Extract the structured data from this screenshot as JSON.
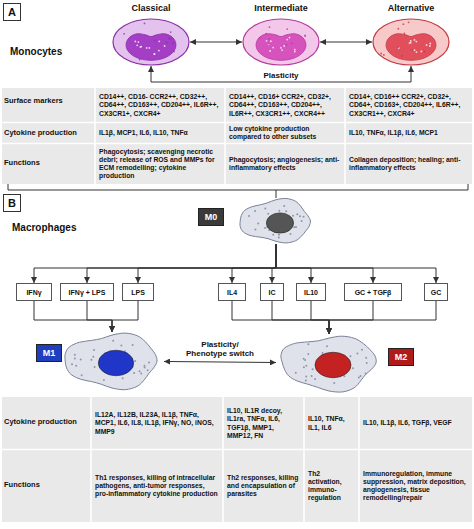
{
  "diagram": {
    "nodes": [
      {
        "text": [
          "A"
        ]
      },
      {
        "text": [
          "Classical"
        ]
      },
      {
        "text": [
          "Intermediate"
        ]
      },
      {
        "text": [
          "Alternative"
        ]
      },
      {
        "text": [
          "CD14++, CD16- CCR2++, CD32++, CD64++, CD163++, CD204++, IL6R++, CX3CR1+, CXCR4+"
        ]
      },
      {
        "text": [
          "CD14++, CD16+ CCR2+, CD32+, CD64++, CD163++, CD204++, IL6R++, CX3CR1++, CXCR4++"
        ]
      },
      {
        "text": [
          "CD14+, CD16++ CCR2+, CD32+, CD64+, CD163+, CD204++, IL6R++, CX3CR1++, CXCR4+"
        ]
      },
      {
        "text": [
          "IL1β, MCP1, IL6, IL10, TNFα"
        ]
      },
      {
        "text": [
          "Low cytokine production compared to other subsets"
        ]
      },
      {
        "text": [
          "IL10, TNFα, IL1β, IL6, MCP1"
        ]
      },
      {
        "text": [
          "Phagocytosis; scavenging necrotic debri; release of ROS and MMPs for ECM remodelling; cytokine production"
        ]
      },
      {
        "text": [
          "Phagocytosis; angiogenesis; anti-inflammatory effects"
        ]
      },
      {
        "text": [
          "Collagen deposition; healing; anti-inflammatory effects"
        ]
      },
      {
        "text": [
          "B"
        ]
      },
      {
        "text": [
          "M0"
        ]
      },
      {
        "text": [
          "IFNγ"
        ]
      },
      {
        "text": [
          "IFNγ + LPS"
        ]
      },
      {
        "text": [
          "LPS"
        ]
      },
      {
        "text": [
          "IL4"
        ]
      },
      {
        "text": [
          "IC"
        ]
      },
      {
        "text": [
          "IL10"
        ]
      },
      {
        "text": [
          "GC + TGFβ"
        ]
      },
      {
        "text": [
          "GC"
        ]
      },
      {
        "text": [
          "M1"
        ]
      },
      {
        "text": [
          "M2"
        ]
      },
      {
        "text": [
          "IL12A, IL12B, IL23A, IL1β, TNFα, MCP1, IL6, IL8, IL1β, IFNγ, NO, iNOS, MMP9"
        ]
      },
      {
        "text": [
          "IL10, IL1R decoy, IL1ra, TNFα, IL6, TGF1β, MMP1, MMP12, FN"
        ]
      },
      {
        "text": [
          "IL10, TNFα, IL1, IL6"
        ]
      },
      {
        "text": [
          "IL10, IL1β, IL6, TGFβ, VEGF"
        ]
      },
      {
        "text": [
          "Th1 responses, killing of intracellular pathogens, anti-tumor responses, pro-inflammatory cytokine production"
        ]
      },
      {
        "text": [
          "Th2 responses, killing and encapsulation of parasites"
        ]
      },
      {
        "text": [
          "Th2 activation, immuno-regulation"
        ]
      },
      {
        "text": [
          "Immunoregulation, immune suppression, matrix deposition, angiogenesis, tissue remodelling/repair"
        ]
      }
    ],
    "edges": [
      {
        "from": 1,
        "to": 2,
        "arrow": "both"
      },
      {
        "from": 2,
        "to": 3,
        "arrow": "both"
      },
      {
        "from": 1,
        "to": 3,
        "arrow": "both",
        "label": "Plasticity"
      },
      {
        "from": 14,
        "to": 15,
        "arrow": "to"
      },
      {
        "from": 14,
        "to": 16,
        "arrow": "to"
      },
      {
        "from": 14,
        "to": 17,
        "arrow": "to"
      },
      {
        "from": 14,
        "to": 18,
        "arrow": "to"
      },
      {
        "from": 14,
        "to": 19,
        "arrow": "to"
      },
      {
        "from": 14,
        "to": 20,
        "arrow": "to"
      },
      {
        "from": 14,
        "to": 21,
        "arrow": "to"
      },
      {
        "from": 14,
        "to": 22,
        "arrow": "to"
      },
      {
        "from": 15,
        "to": 23,
        "arrow": "to"
      },
      {
        "from": 16,
        "to": 23,
        "arrow": "to"
      },
      {
        "from": 17,
        "to": 23,
        "arrow": "to"
      },
      {
        "from": 18,
        "to": 24,
        "arrow": "to"
      },
      {
        "from": 19,
        "to": 24,
        "arrow": "to"
      },
      {
        "from": 20,
        "to": 24,
        "arrow": "to"
      },
      {
        "from": 21,
        "to": 24,
        "arrow": "to"
      },
      {
        "from": 22,
        "to": 24,
        "arrow": "to"
      },
      {
        "from": 23,
        "to": 24,
        "arrow": "both",
        "label": "Plasticity/ Phenotype switch"
      }
    ],
    "labels": [
      "Monocytes",
      "Surface markers",
      "Cytokine production",
      "Functions",
      "Macrophages",
      "Cytokine production",
      "Functions"
    ]
  }
}
